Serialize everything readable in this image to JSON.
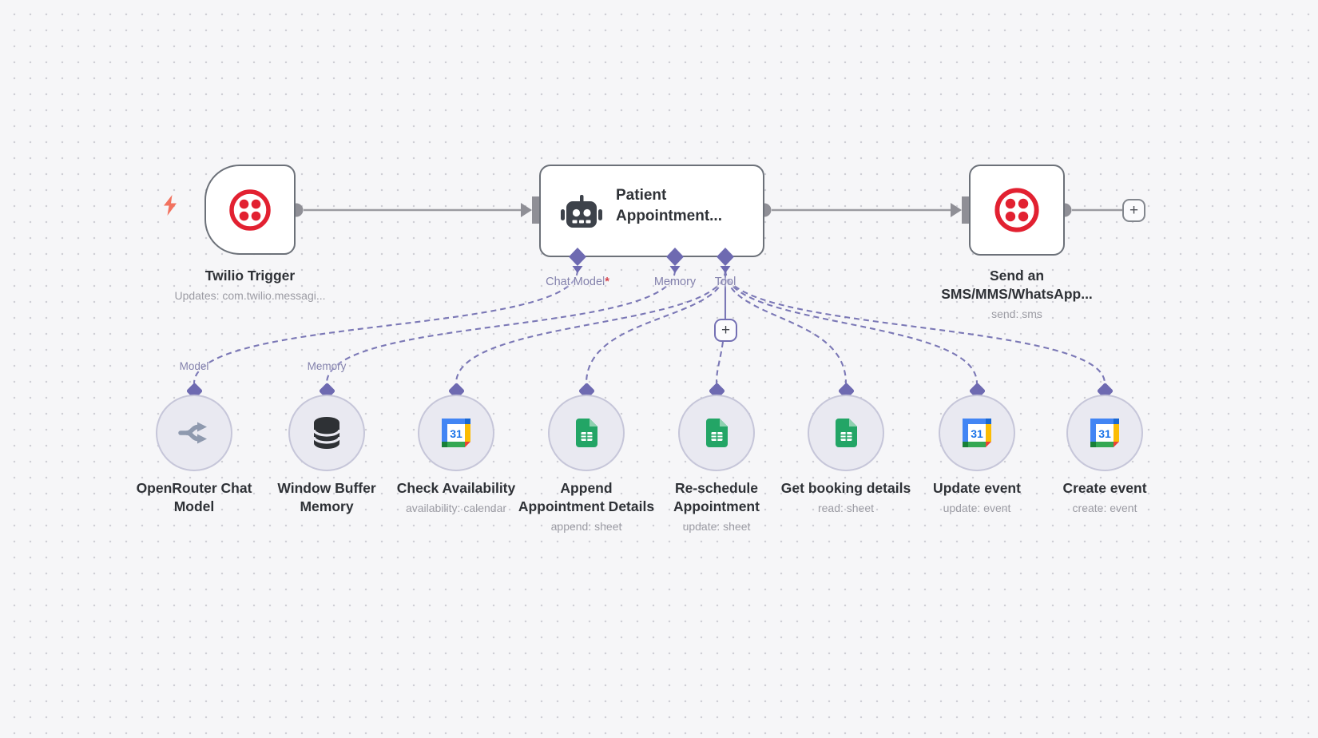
{
  "nodes": {
    "twilio_trigger": {
      "title": "Twilio Trigger",
      "subtitle": "Updates: com.twilio.messagi..."
    },
    "agent": {
      "title_line1": "Patient",
      "title_line2": "Appointment...",
      "ports": {
        "chat_model": "Chat Model",
        "chat_model_required": "*",
        "memory": "Memory",
        "tool": "Tool"
      }
    },
    "send_sms": {
      "title_line1": "Send an",
      "title_line2": "SMS/MMS/WhatsApp...",
      "subtitle": "send: sms"
    }
  },
  "sub_nodes": [
    {
      "label1": "OpenRouter Chat",
      "label2": "Model",
      "subtitle": "",
      "port_label": "Model",
      "icon": "openrouter-icon"
    },
    {
      "label1": "Window Buffer",
      "label2": "Memory",
      "subtitle": "",
      "port_label": "Memory",
      "icon": "database-icon"
    },
    {
      "label1": "Check Availability",
      "label2": "",
      "subtitle": "availability: calendar",
      "port_label": "",
      "icon": "google-calendar-icon"
    },
    {
      "label1": "Append",
      "label2": "Appointment Details",
      "subtitle": "append: sheet",
      "port_label": "",
      "icon": "google-sheets-icon"
    },
    {
      "label1": "Re-schedule",
      "label2": "Appointment",
      "subtitle": "update: sheet",
      "port_label": "",
      "icon": "google-sheets-icon"
    },
    {
      "label1": "Get booking details",
      "label2": "",
      "subtitle": "read: sheet",
      "port_label": "",
      "icon": "google-sheets-icon"
    },
    {
      "label1": "Update event",
      "label2": "",
      "subtitle": "update: event",
      "port_label": "",
      "icon": "google-calendar-icon"
    },
    {
      "label1": "Create event",
      "label2": "",
      "subtitle": "create: event",
      "port_label": "",
      "icon": "google-calendar-icon"
    }
  ],
  "buttons": {
    "add_next_node": "+",
    "add_tool": "+"
  },
  "icons": {
    "calendar_day": "31"
  },
  "colors": {
    "canvas_bg": "#f6f6f8",
    "node_border": "#6c7179",
    "connection_gray": "#9b9ba1",
    "connection_purple": "#7b78b6",
    "connector_diamond": "#6e6ab1",
    "twilio_red": "#e22131",
    "trigger_bolt": "#f2725f",
    "google_green": "#23a566",
    "google_blue": "#4285f4",
    "google_yellow": "#fbbc04",
    "google_red": "#ea4335",
    "required_asterisk": "#d6454f",
    "subtitle_gray": "#9b9ba3"
  }
}
